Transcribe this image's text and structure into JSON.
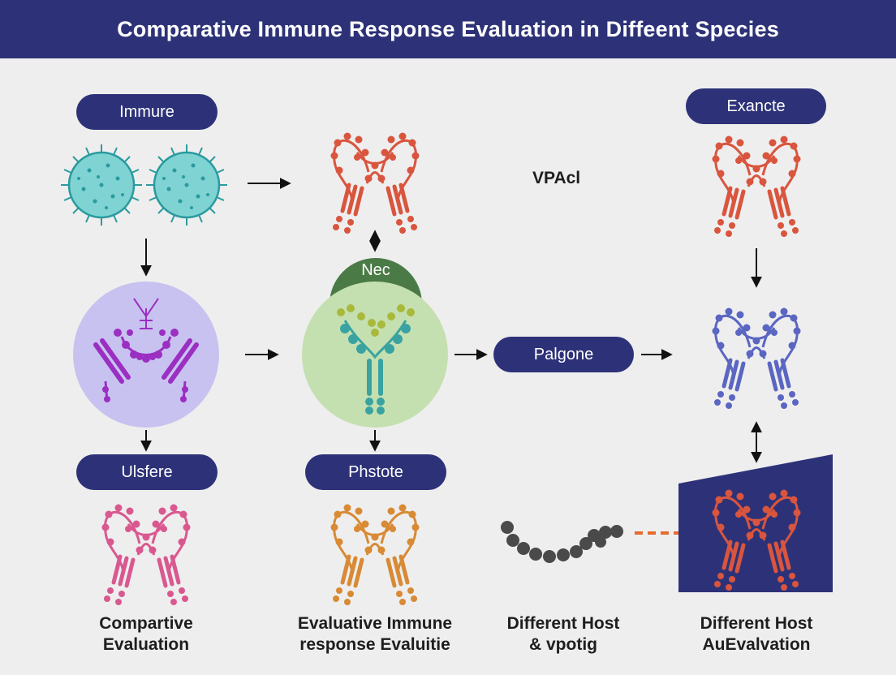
{
  "header": {
    "title": "Comparative Immune Response Evaluation in Diffeent Species"
  },
  "labels": {
    "immure": "Immure",
    "exancte": "Exancte",
    "vpacl": "VPAcl",
    "nec": "Nec",
    "palgone": "Palgone",
    "ulsfere": "Ulsfere",
    "phstote": "Phstote"
  },
  "captions": {
    "col1": [
      "Compartive",
      "Evaluation"
    ],
    "col2": [
      "Evaluative Immune",
      "response Evaluitie"
    ],
    "col3": [
      "Different Host",
      "& vpotig"
    ],
    "col4": [
      "Different Host",
      "AuEvalvation"
    ]
  },
  "colors": {
    "header": "#2d3278",
    "virus": "#4dbfc3",
    "red_antibody": "#d9553e",
    "purple_antibody": "#9b2fc2",
    "green_antibody": "#3aa3a1",
    "blue_antibody": "#5a66c2",
    "pink_antibody": "#d9588f",
    "orange_antibody": "#d88a35",
    "grey_chain": "#4a4a4a",
    "dashed_link": "#e66b2e"
  }
}
